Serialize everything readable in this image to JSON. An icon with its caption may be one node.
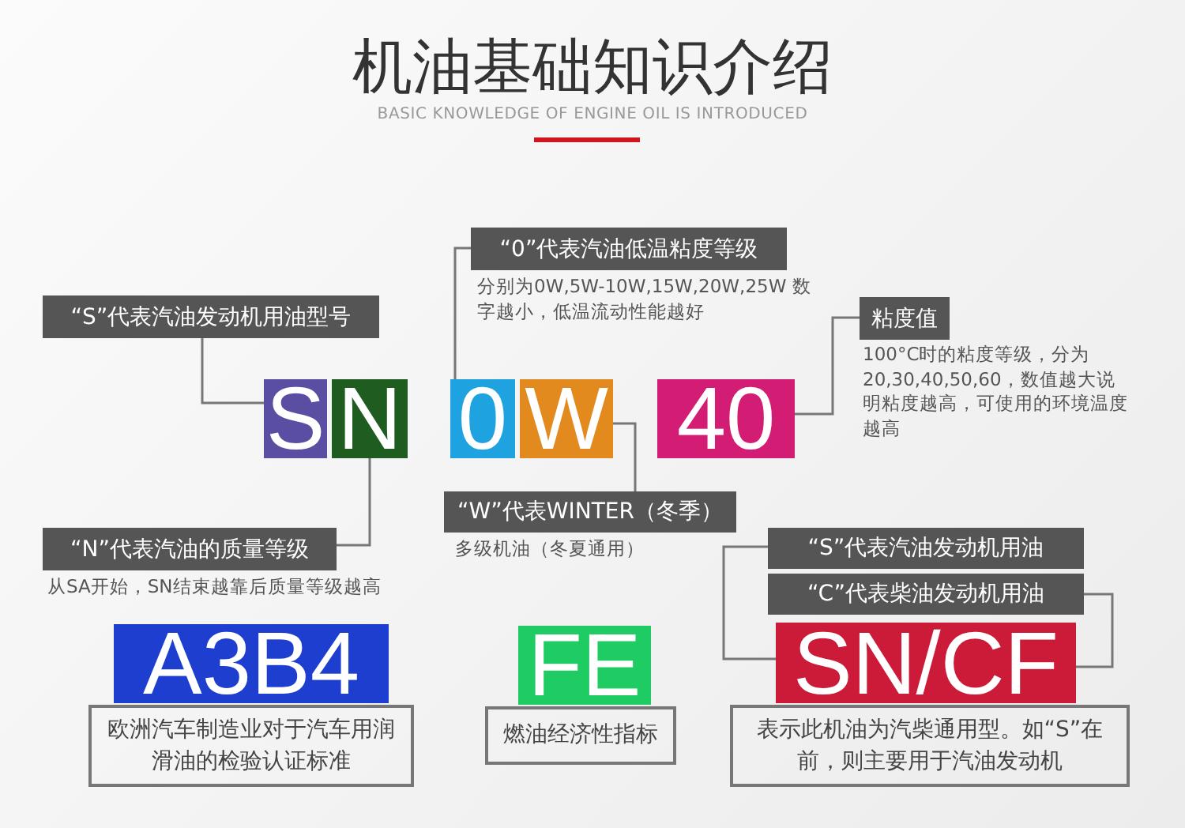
{
  "diagram": {
    "title": "机油基础知识介绍",
    "nodes": [
      {
        "text": [
          "S"
        ]
      },
      {
        "text": [
          "N"
        ]
      },
      {
        "text": [
          "0"
        ]
      },
      {
        "text": [
          "W"
        ]
      },
      {
        "text": [
          "40"
        ]
      },
      {
        "text": [
          "“S”代表汽油发动机用油型号"
        ]
      },
      {
        "text": [
          "“0”代表汽油低温粘度等级"
        ],
        "beside": [
          "分别为0W,5W-10W,15W,20W,25W 数字越小，低温流动性能越好"
        ]
      },
      {
        "text": [
          "粘度值"
        ],
        "beside": [
          "100°C时的粘度等级，分为20,30,40,50,60，数值越大说明粘度越高，可使用的环境温度越高"
        ]
      },
      {
        "text": [
          "“W”代表WINTER（冬季）"
        ],
        "beside": [
          "多级机油（冬夏通用）"
        ]
      },
      {
        "text": [
          "“N”代表汽油的质量等级"
        ],
        "beside": [
          "从SA开始，SN结束越靠后质量等级越高"
        ]
      },
      {
        "text": [
          "A3B4"
        ]
      },
      {
        "text": [
          "欧洲汽车制造业对于汽车用润滑油的检验认证标准"
        ]
      },
      {
        "text": [
          "FE"
        ]
      },
      {
        "text": [
          "燃油经济性指标"
        ]
      },
      {
        "text": [
          "“S”代表汽油发动机用油"
        ]
      },
      {
        "text": [
          "“C”代表柴油发动机用油"
        ]
      },
      {
        "text": [
          "SN/CF"
        ]
      },
      {
        "text": [
          "表示此机油为汽柴通用型。如“S”在前，则主要用于汽油发动机"
        ]
      }
    ],
    "edges": [
      {
        "from": 5,
        "to": 0,
        "arrow": "none"
      },
      {
        "from": 9,
        "to": 1,
        "arrow": "none"
      },
      {
        "from": 6,
        "to": 2,
        "arrow": "none"
      },
      {
        "from": 8,
        "to": 3,
        "arrow": "none"
      },
      {
        "from": 7,
        "to": 4,
        "arrow": "none"
      },
      {
        "from": 14,
        "to": 16,
        "arrow": "none"
      },
      {
        "from": 15,
        "to": 16,
        "arrow": "none"
      }
    ],
    "labels": [
      "BASIC KNOWLEDGE OF ENGINE OIL IS INTRODUCED"
    ]
  }
}
